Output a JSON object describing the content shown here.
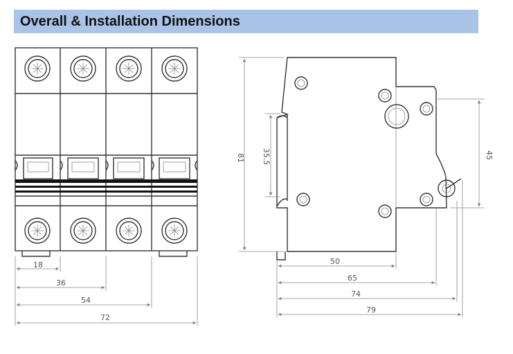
{
  "header": {
    "title": "Overall & Installation Dimensions",
    "bg_color": "#a9c4e6"
  },
  "front_view": {
    "poles": 4,
    "dimensions": {
      "d1": "18",
      "d2": "36",
      "d3": "54",
      "d4": "72"
    }
  },
  "side_view": {
    "dimensions": {
      "height": "81",
      "rail": "35.5",
      "right_height": "45",
      "w50": "50",
      "w65": "65",
      "w74": "74",
      "w79": "79"
    }
  }
}
